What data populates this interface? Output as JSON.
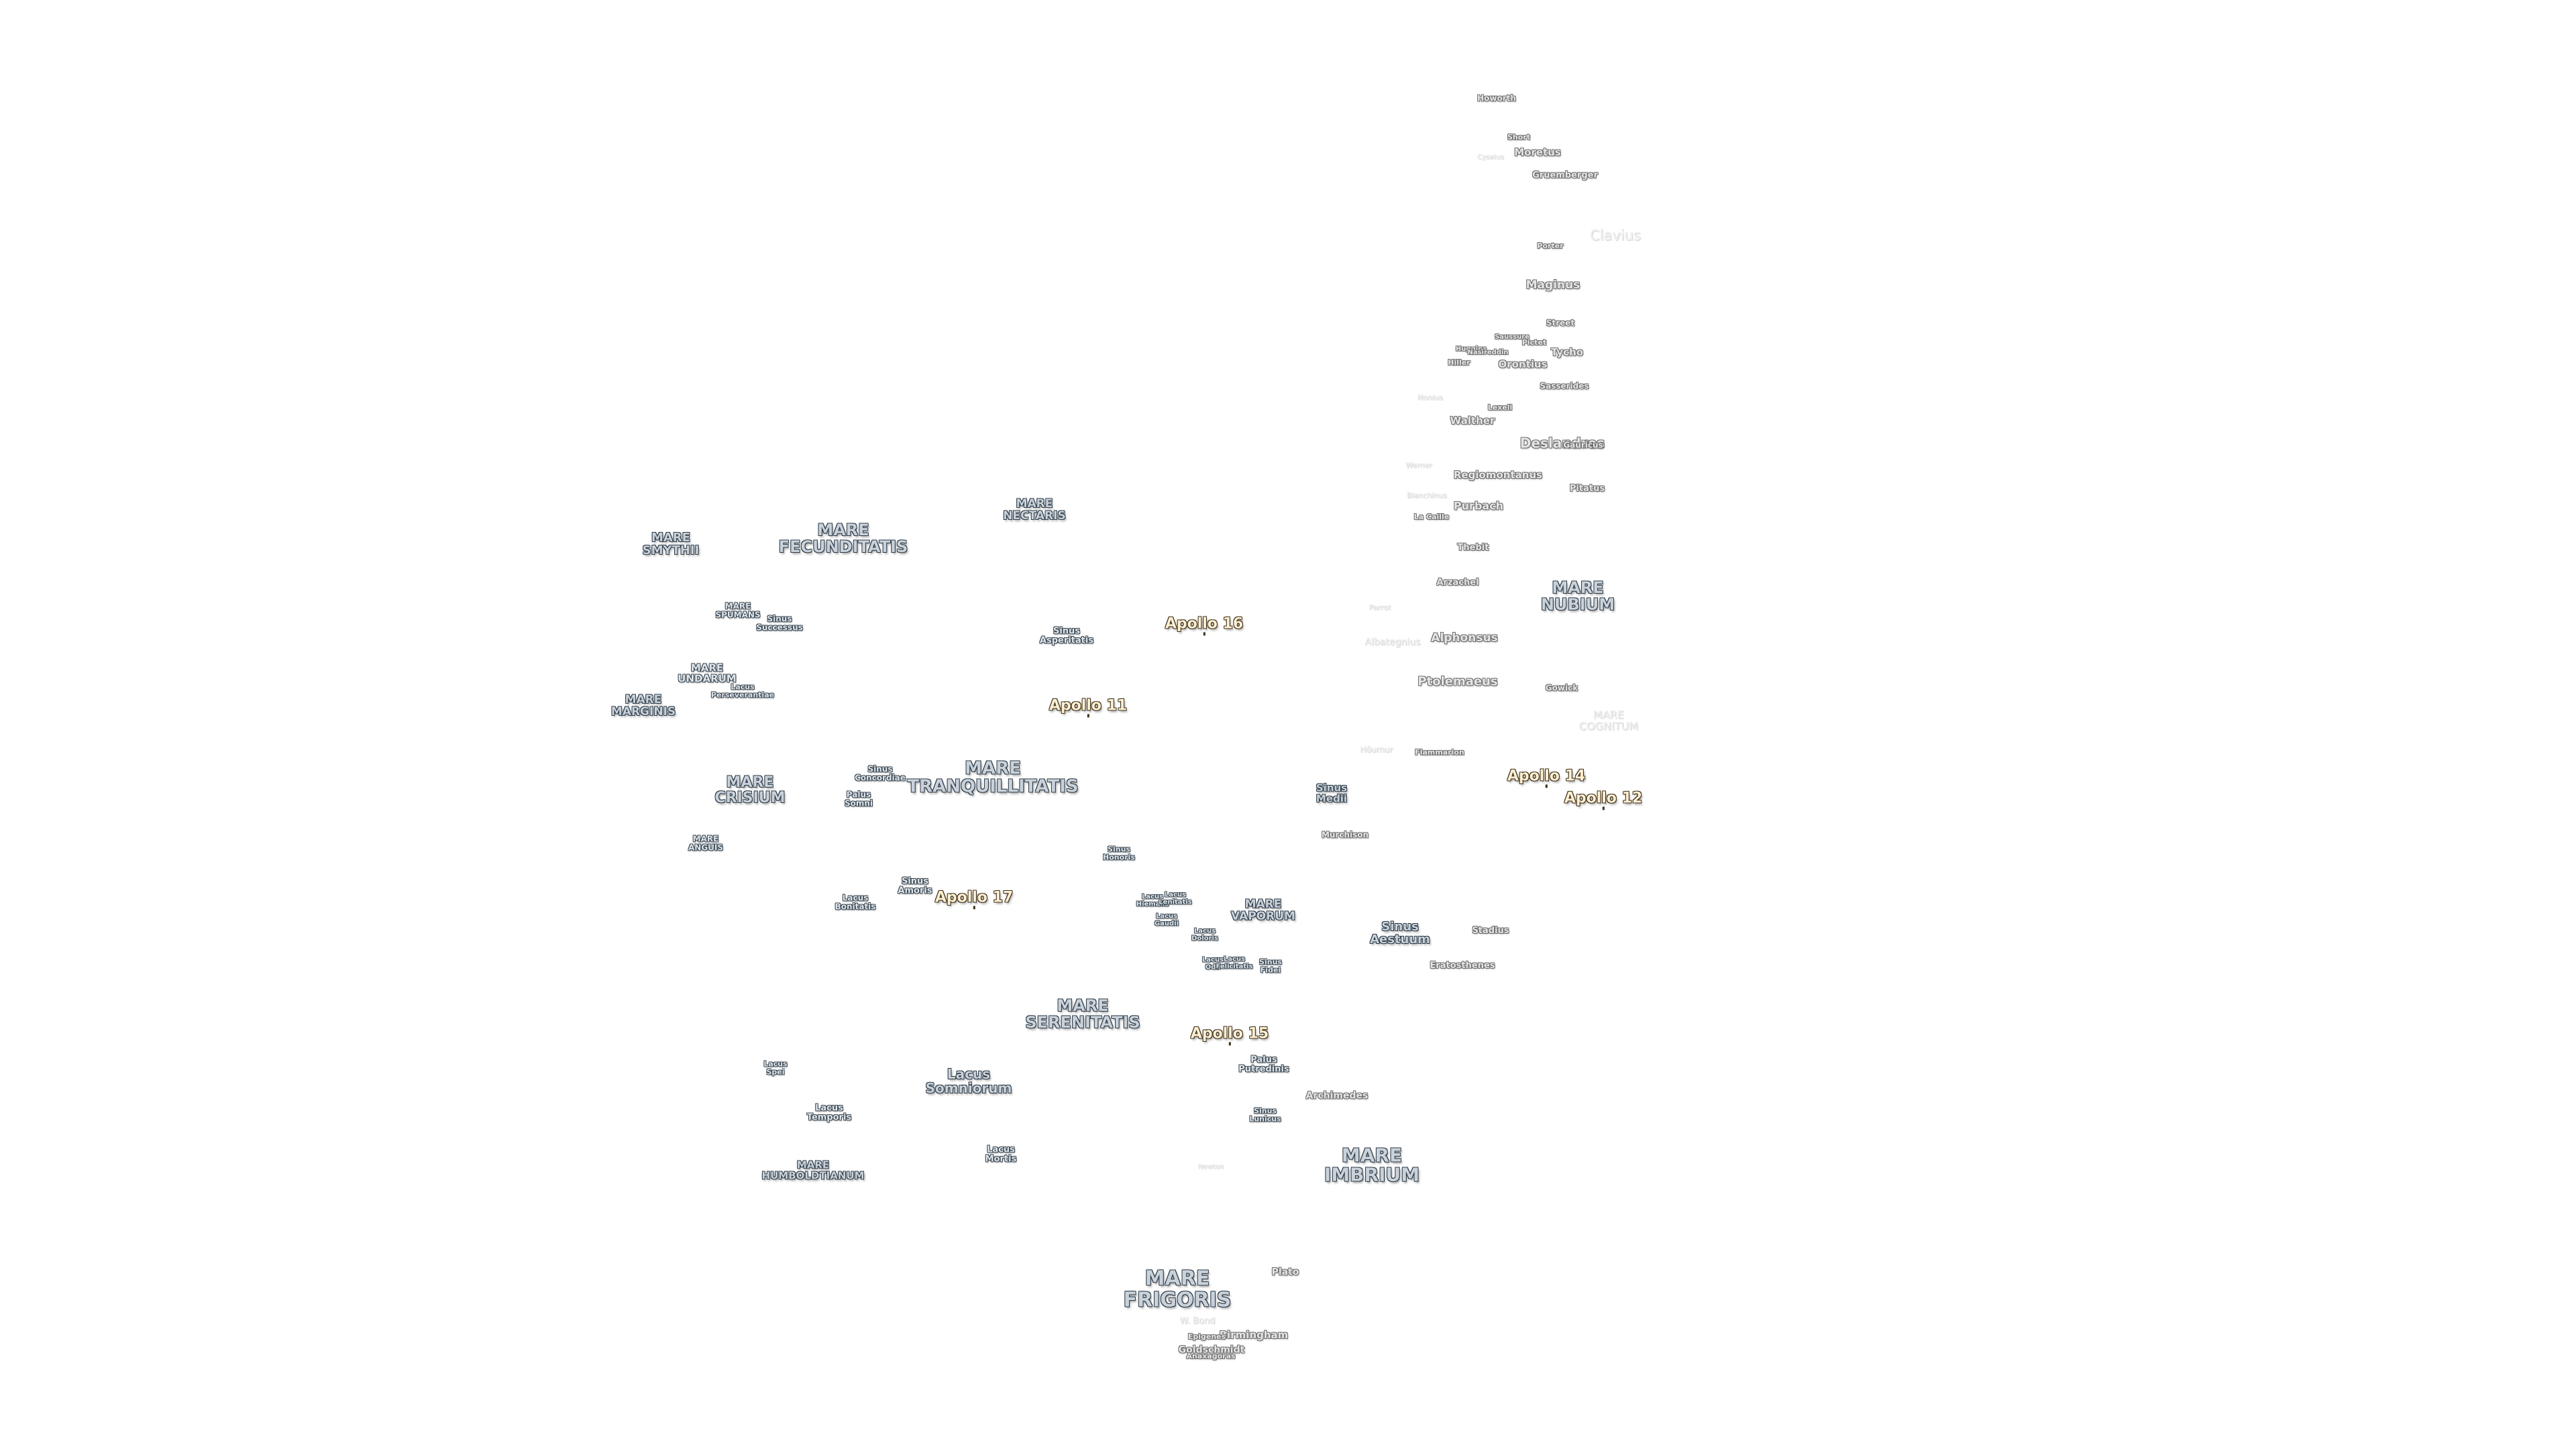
{
  "map": {
    "labels": [
      {
        "id": "mare-smythii",
        "text": "MARE\nSMYTHII",
        "kind": "mare",
        "size": 18
      },
      {
        "id": "mare-fecunditatis",
        "text": "MARE\nFECUNDITATIS",
        "kind": "mare",
        "size": 24
      },
      {
        "id": "mare-nectaris",
        "text": "MARE\nNECTARIS",
        "kind": "mare",
        "size": 17
      },
      {
        "id": "mare-spumans",
        "text": "MARE\nSPUMANS",
        "kind": "minor",
        "size": 12
      },
      {
        "id": "sinus-successus",
        "text": "Sinus\nSuccessus",
        "kind": "minor",
        "size": 12
      },
      {
        "id": "mare-undarum",
        "text": "MARE\nUNDARUM",
        "kind": "minor",
        "size": 15
      },
      {
        "id": "lacus-perseverantiae",
        "text": "Lacus\nPerseverantiae",
        "kind": "minor",
        "size": 11
      },
      {
        "id": "mare-marginis",
        "text": "MARE\nMARGINIS",
        "kind": "mare",
        "size": 17
      },
      {
        "id": "sinus-asperitatis",
        "text": "Sinus\nAsperitatis",
        "kind": "minor",
        "size": 13
      },
      {
        "id": "apollo-16",
        "text": "Apollo 16",
        "kind": "apollo",
        "size": 22
      },
      {
        "id": "apollo-11",
        "text": "Apollo 11",
        "kind": "apollo",
        "size": 22
      },
      {
        "id": "mare-crisium",
        "text": "MARE\nCRISIUM",
        "kind": "mare",
        "size": 22
      },
      {
        "id": "sinus-concordiae",
        "text": "Sinus\nConcordiae",
        "kind": "minor",
        "size": 12
      },
      {
        "id": "palus-somni",
        "text": "Palus\nSomni",
        "kind": "minor",
        "size": 12
      },
      {
        "id": "mare-tranquillitatis",
        "text": "MARE\nTRANQUILLITATIS",
        "kind": "mare",
        "size": 26
      },
      {
        "id": "mare-anguis",
        "text": "MARE\nANGUIS",
        "kind": "minor",
        "size": 12
      },
      {
        "id": "sinus-honoris",
        "text": "Sinus\nHonoris",
        "kind": "minor",
        "size": 11
      },
      {
        "id": "sinus-amoris",
        "text": "Sinus\nAmoris",
        "kind": "minor",
        "size": 13
      },
      {
        "id": "lacus-bonitatis",
        "text": "Lacus\nBonitatis",
        "kind": "minor",
        "size": 12
      },
      {
        "id": "apollo-17",
        "text": "Apollo 17",
        "kind": "apollo",
        "size": 22
      },
      {
        "id": "lacus-hiemalis",
        "text": "Lacus\nHiemalis",
        "kind": "minor",
        "size": 10
      },
      {
        "id": "lacus-lenitatis",
        "text": "Lacus\nLenitatis",
        "kind": "minor",
        "size": 10
      },
      {
        "id": "lacus-gaudii",
        "text": "Lacus\nGaudii",
        "kind": "minor",
        "size": 10
      },
      {
        "id": "mare-vaporum",
        "text": "MARE\nVAPORUM",
        "kind": "mare",
        "size": 17
      },
      {
        "id": "lacus-doloris",
        "text": "Lacus\nDoloris",
        "kind": "minor",
        "size": 10
      },
      {
        "id": "lacus-odii",
        "text": "Lacus\nOdii",
        "kind": "minor",
        "size": 10
      },
      {
        "id": "sinus-fidei",
        "text": "Sinus\nFidei",
        "kind": "minor",
        "size": 11
      },
      {
        "id": "lacus-felicitatis",
        "text": "Lacus\nFelicitatis",
        "kind": "minor",
        "size": 10
      },
      {
        "id": "mare-serenitatis",
        "text": "MARE\nSERENITATIS",
        "kind": "mare",
        "size": 24
      },
      {
        "id": "apollo-15",
        "text": "Apollo 15",
        "kind": "apollo",
        "size": 22
      },
      {
        "id": "palus-putredinis",
        "text": "Palus\nPutredinis",
        "kind": "minor",
        "size": 13
      },
      {
        "id": "lacus-spei",
        "text": "Lacus\nSpei",
        "kind": "minor",
        "size": 11
      },
      {
        "id": "lacus-somniorum",
        "text": "Lacus\nSomniorum",
        "kind": "mare",
        "size": 20
      },
      {
        "id": "lacus-temporis",
        "text": "Lacus\nTemporis",
        "kind": "minor",
        "size": 13
      },
      {
        "id": "lacus-mortis",
        "text": "Lacus\nMortis",
        "kind": "minor",
        "size": 13
      },
      {
        "id": "mare-humboldtianum",
        "text": "MARE\nHUMBOLDTIANUM",
        "kind": "mare",
        "size": 15
      },
      {
        "id": "sinus-lunicus",
        "text": "Sinus\nLunicus",
        "kind": "minor",
        "size": 11
      },
      {
        "id": "archimedes",
        "text": "Archimedes",
        "kind": "crater",
        "size": 14
      },
      {
        "id": "mare-imbrium",
        "text": "MARE\nIMBRIUM",
        "kind": "mare",
        "size": 28
      },
      {
        "id": "mare-frigoris",
        "text": "MARE\nFRIGORIS",
        "kind": "mare",
        "size": 30
      },
      {
        "id": "plato",
        "text": "Plato",
        "kind": "crater",
        "size": 14
      },
      {
        "id": "w-bond",
        "text": "W. Bond",
        "kind": "faint",
        "size": 13
      },
      {
        "id": "birmingham",
        "text": "Birmingham",
        "kind": "crater",
        "size": 15
      },
      {
        "id": "epigenes",
        "text": "Epigenes",
        "kind": "crater",
        "size": 11
      },
      {
        "id": "goldschmidt",
        "text": "Goldschmidt",
        "kind": "crater",
        "size": 14
      },
      {
        "id": "anaxagoras",
        "text": "Anaxagoras",
        "kind": "crater",
        "size": 11
      },
      {
        "id": "sinus-medii",
        "text": "Sinus\nMedii",
        "kind": "mare",
        "size": 15
      },
      {
        "id": "sinus-aestuum",
        "text": "Sinus\nAestuum",
        "kind": "mare",
        "size": 18
      },
      {
        "id": "stadius",
        "text": "Stadius",
        "kind": "crater",
        "size": 13
      },
      {
        "id": "eratosthenes",
        "text": "Eratosthenes",
        "kind": "crater",
        "size": 13
      },
      {
        "id": "murchison",
        "text": "Murchison",
        "kind": "crater",
        "size": 12
      },
      {
        "id": "nicolai",
        "text": "Höurnur",
        "kind": "faint",
        "size": 12
      },
      {
        "id": "flammarion",
        "text": "Flammarion",
        "kind": "crater",
        "size": 11
      },
      {
        "id": "apollo-14",
        "text": "Apollo 14",
        "kind": "apollo",
        "size": 22
      },
      {
        "id": "apollo-12",
        "text": "Apollo 12",
        "kind": "apollo",
        "size": 22
      },
      {
        "id": "mare-cognitum",
        "text": "MARE\nCOGNITUM",
        "kind": "faint",
        "size": 16
      },
      {
        "id": "gowick",
        "text": "Gowick",
        "kind": "crater",
        "size": 12
      },
      {
        "id": "ptolemaeus",
        "text": "Ptolemaeus",
        "kind": "crater",
        "size": 18
      },
      {
        "id": "alphonsus",
        "text": "Alphonsus",
        "kind": "crater",
        "size": 17
      },
      {
        "id": "albategnius",
        "text": "Albategnius",
        "kind": "faint",
        "size": 14
      },
      {
        "id": "parrot",
        "text": "Parrot",
        "kind": "faint",
        "size": 11
      },
      {
        "id": "mare-nubium",
        "text": "MARE\nNUBIUM",
        "kind": "mare",
        "size": 24
      },
      {
        "id": "arzachel",
        "text": "Arzachel",
        "kind": "crater",
        "size": 13
      },
      {
        "id": "thebit",
        "text": "Thebit",
        "kind": "crater",
        "size": 13
      },
      {
        "id": "la-caille",
        "text": "La Caille",
        "kind": "crater",
        "size": 11
      },
      {
        "id": "purbach",
        "text": "Purbach",
        "kind": "crater",
        "size": 16
      },
      {
        "id": "blanchinus",
        "text": "Blanchinus",
        "kind": "faint",
        "size": 11
      },
      {
        "id": "werner",
        "text": "Werner",
        "kind": "faint",
        "size": 11
      },
      {
        "id": "regiomontanus",
        "text": "Regiomontanus",
        "kind": "crater",
        "size": 15
      },
      {
        "id": "pitatus",
        "text": "Pitatus",
        "kind": "crater",
        "size": 13
      },
      {
        "id": "deslandres",
        "text": "Deslandres",
        "kind": "crater",
        "size": 20
      },
      {
        "id": "gauricus",
        "text": "Gauricus",
        "kind": "crater",
        "size": 12
      },
      {
        "id": "walther",
        "text": "Walther",
        "kind": "crater",
        "size": 15
      },
      {
        "id": "nonius",
        "text": "Nonius",
        "kind": "faint",
        "size": 11
      },
      {
        "id": "lexell",
        "text": "Lexell",
        "kind": "crater",
        "size": 11
      },
      {
        "id": "sasserides",
        "text": "Sasserides",
        "kind": "crater",
        "size": 12
      },
      {
        "id": "orontius",
        "text": "Orontius",
        "kind": "crater",
        "size": 15
      },
      {
        "id": "hiller",
        "text": "Hiller",
        "kind": "crater",
        "size": 11
      },
      {
        "id": "huggins",
        "text": "Huggins",
        "kind": "crater",
        "size": 10
      },
      {
        "id": "nasireddin",
        "text": "Nasireddin",
        "kind": "crater",
        "size": 10
      },
      {
        "id": "saussure",
        "text": "Saussure",
        "kind": "crater",
        "size": 10
      },
      {
        "id": "pictet",
        "text": "Pictet",
        "kind": "crater",
        "size": 11
      },
      {
        "id": "tycho",
        "text": "Tycho",
        "kind": "crater",
        "size": 15
      },
      {
        "id": "street",
        "text": "Street",
        "kind": "crater",
        "size": 12
      },
      {
        "id": "maginus",
        "text": "Maginus",
        "kind": "crater",
        "size": 17
      },
      {
        "id": "porter",
        "text": "Porter",
        "kind": "crater",
        "size": 11
      },
      {
        "id": "clavius",
        "text": "Clavius",
        "kind": "faint",
        "size": 21
      },
      {
        "id": "gruemberger",
        "text": "Gruemberger",
        "kind": "crater",
        "size": 13
      },
      {
        "id": "moretus",
        "text": "Moretus",
        "kind": "crater",
        "size": 15
      },
      {
        "id": "short",
        "text": "Short",
        "kind": "crater",
        "size": 11
      },
      {
        "id": "cysatus",
        "text": "Cysatus",
        "kind": "faint",
        "size": 10
      },
      {
        "id": "newton",
        "text": "Newton",
        "kind": "faint",
        "size": 10
      },
      {
        "id": "howorth",
        "text": "Howorth",
        "kind": "crater",
        "size": 12
      }
    ]
  }
}
